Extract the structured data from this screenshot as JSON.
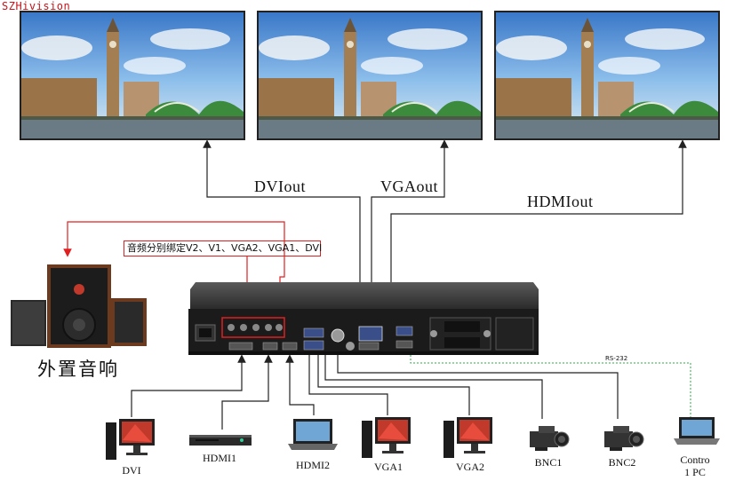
{
  "watermark": "SZHivision",
  "outputs": {
    "dvi": "DVIout",
    "vga": "VGAout",
    "hdmi": "HDMIout"
  },
  "audio_note": "音频分别绑定V2、V1、VGA2、VGA1、DVI",
  "speaker_label": "外置音响",
  "rs232_label": "RS-232",
  "sources": [
    {
      "label": "DVI",
      "icon": "desktop-pc-icon"
    },
    {
      "label": "HDMI1",
      "icon": "dvd-player-icon"
    },
    {
      "label": "HDMI2",
      "icon": "laptop-icon"
    },
    {
      "label": "VGA1",
      "icon": "desktop-pc-icon"
    },
    {
      "label": "VGA2",
      "icon": "desktop-pc-icon"
    },
    {
      "label": "BNC1",
      "icon": "video-camera-icon"
    },
    {
      "label": "BNC2",
      "icon": "video-camera-icon"
    },
    {
      "label": "Contro\n1 PC",
      "icon": "laptop-icon"
    }
  ],
  "colors": {
    "audio_line": "#e02020",
    "signal_line": "#222222",
    "rs232_line": "#2ea84a"
  }
}
